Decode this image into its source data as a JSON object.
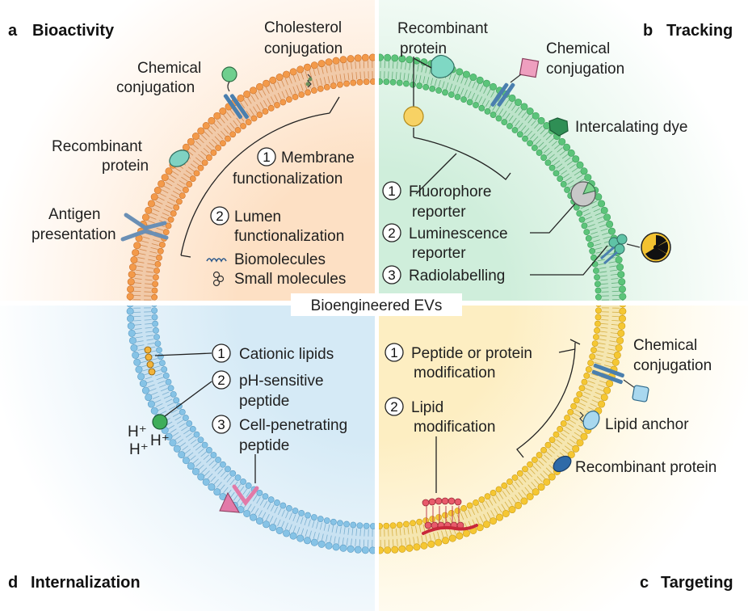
{
  "center_label": "Bioengineered EVs",
  "panels": {
    "a": {
      "letter": "a",
      "title": "Bioactivity",
      "labels": {
        "cholesterol": [
          "Cholesterol",
          "conjugation"
        ],
        "chemical": [
          "Chemical",
          "conjugation"
        ],
        "recombinant": [
          "Recombinant",
          "protein"
        ],
        "antigen": [
          "Antigen",
          "presentation"
        ],
        "membrane_num": "1",
        "membrane": [
          "Membrane",
          "functionalization"
        ],
        "lumen_num": "2",
        "lumen": [
          "Lumen",
          "functionalization"
        ],
        "biomolecules": "Biomolecules",
        "small_molecules": "Small molecules"
      }
    },
    "b": {
      "letter": "b",
      "title": "Tracking",
      "labels": {
        "recombinant": [
          "Recombinant",
          "protein"
        ],
        "chemical": [
          "Chemical",
          "conjugation"
        ],
        "intercalating": "Intercalating dye",
        "fluor_num": "1",
        "fluor": [
          "Fluorophore",
          "reporter"
        ],
        "lum_num": "2",
        "lum": [
          "Luminescence",
          "reporter"
        ],
        "radio_num": "3",
        "radio": "Radiolabelling"
      }
    },
    "c": {
      "letter": "c",
      "title": "Targeting",
      "labels": {
        "peptide_num": "1",
        "peptide": [
          "Peptide or protein",
          "modification"
        ],
        "lipid_num": "2",
        "lipid": [
          "Lipid",
          "modification"
        ],
        "chemical": [
          "Chemical",
          "conjugation"
        ],
        "anchor": "Lipid anchor",
        "recombinant": "Recombinant protein"
      }
    },
    "d": {
      "letter": "d",
      "title": "Internalization",
      "labels": {
        "cationic_num": "1",
        "cationic": "Cationic lipids",
        "ph_num": "2",
        "ph": [
          "pH-sensitive",
          "peptide"
        ],
        "cpp_num": "3",
        "cpp": [
          "Cell-penetrating",
          "peptide"
        ],
        "proton": "H⁺"
      }
    }
  },
  "colors": {
    "bioactivity": "#f39a4a",
    "tracking": "#5cc47a",
    "targeting": "#f5c733",
    "internalization": "#86c3e6"
  }
}
